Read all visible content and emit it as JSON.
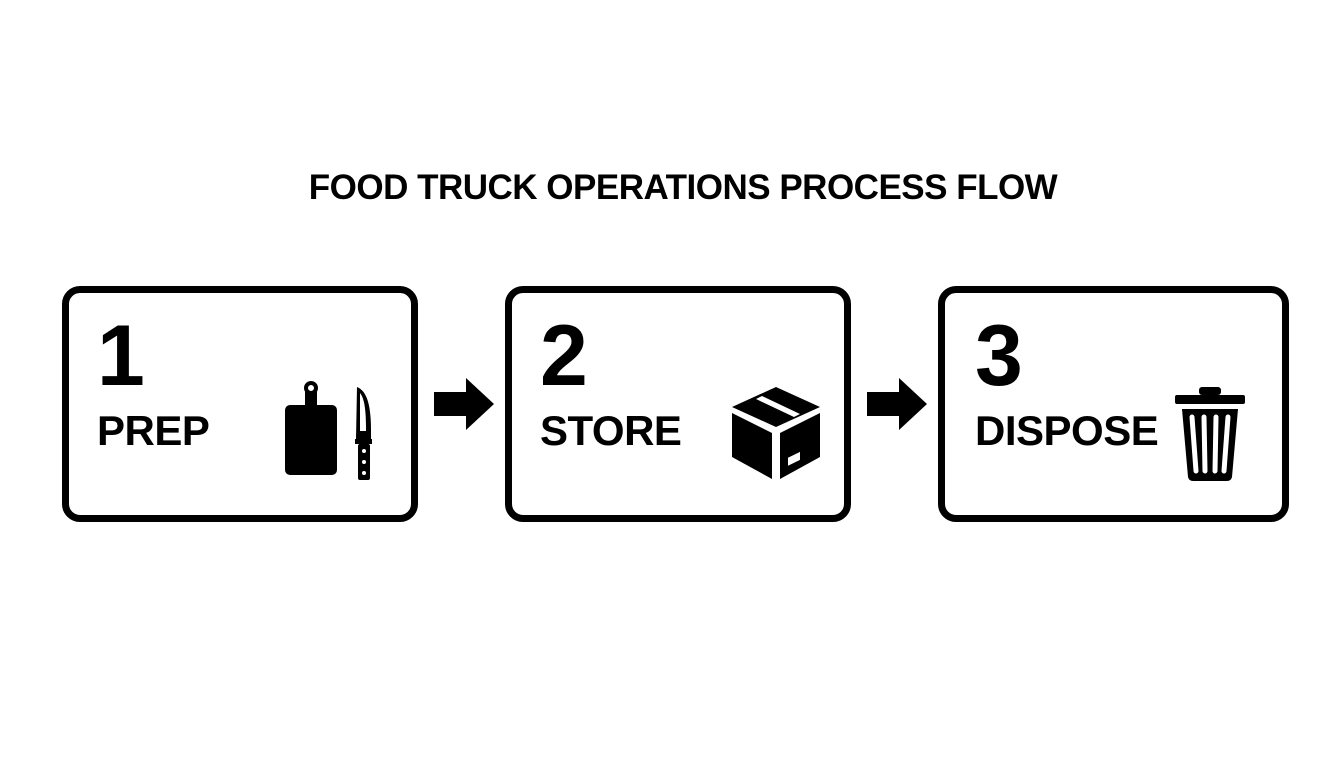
{
  "diagram": {
    "title": "FOOD TRUCK OPERATIONS PROCESS FLOW",
    "steps": [
      {
        "number": "1",
        "label": "PREP",
        "icons": [
          "cutting-board-icon",
          "knife-icon"
        ]
      },
      {
        "number": "2",
        "label": "STORE",
        "icons": [
          "box-icon"
        ]
      },
      {
        "number": "3",
        "label": "DISPOSE",
        "icons": [
          "trash-can-icon"
        ]
      }
    ],
    "connectors": [
      "arrow-right-icon",
      "arrow-right-icon"
    ],
    "colors": {
      "stroke": "#000000",
      "background": "#ffffff"
    }
  }
}
